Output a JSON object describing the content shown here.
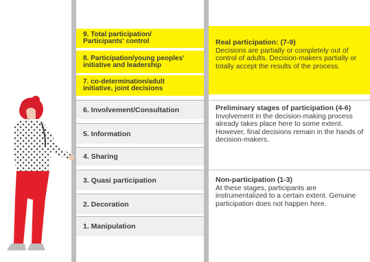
{
  "ladder": {
    "rungs": [
      {
        "id": "9",
        "label": "9. Total participation/\nParticipants' control",
        "group": "real"
      },
      {
        "id": "8",
        "label": "8. Participation/young peoples'\ninitiative and leadership",
        "group": "real"
      },
      {
        "id": "7",
        "label": "7. co-determination/adult\ninitiative, joint decisions",
        "group": "real"
      },
      {
        "id": "6",
        "label": "6. Involvement/Consultation",
        "group": "preliminary"
      },
      {
        "id": "5",
        "label": "5. Information",
        "group": "preliminary"
      },
      {
        "id": "4",
        "label": "4. Sharing",
        "group": "preliminary"
      },
      {
        "id": "3",
        "label": "3. Quasi participation",
        "group": "non"
      },
      {
        "id": "2",
        "label": "2. Decoration",
        "group": "non"
      },
      {
        "id": "1",
        "label": "1. Manipulation",
        "group": "non"
      }
    ]
  },
  "descriptions": {
    "real": {
      "title": "Real participation: (7-9)",
      "text": "Decisions are partially or completely out of control of adults. Decision-makers partially or totally accept the results of the process."
    },
    "preliminary": {
      "title": "Preliminary stages of participation (4-6)",
      "text": "Involvement in the decision-making process already takes place here to some extent. However, final decisions remain in the hands of decision-makers."
    },
    "non": {
      "title": "Non-participation (1-3)",
      "text": "At these stages, participants are instrumentalized to a certain extent. Genuine participation does not happen here."
    }
  },
  "colors": {
    "highlight": "#fff200",
    "rung_grey": "#efefef",
    "rail": "#bdbdbd",
    "person_shirt": "#f2f2f2",
    "person_hair": "#d81e2c",
    "person_pants": "#e3202a"
  },
  "illustration": {
    "icon": "person-climbing-ladder-illustration"
  }
}
